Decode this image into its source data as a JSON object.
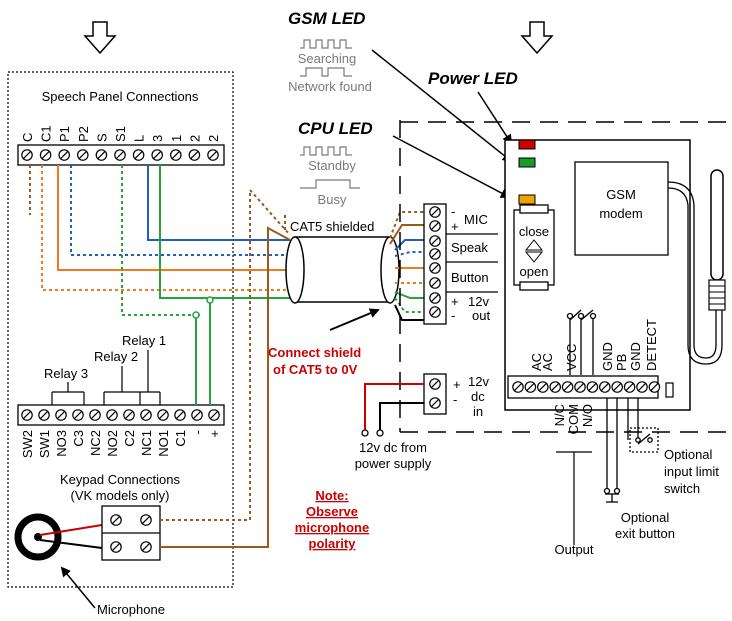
{
  "labels": {
    "gsm_led": "GSM LED",
    "searching": "Searching",
    "network_found": "Network found",
    "power_led": "Power LED",
    "cpu_led": "CPU LED",
    "standby": "Standby",
    "busy": "Busy",
    "speech_panel": "Speech Panel Connections",
    "cat5": "CAT5 shielded",
    "gsm_modem_1": "GSM",
    "gsm_modem_2": "modem",
    "close": "close",
    "open": "open",
    "mic": "MIC",
    "speak": "Speak",
    "button": "Button",
    "v12": "12v",
    "out": "out",
    "dc": "dc",
    "in": "in",
    "plus": "+",
    "minus": "-",
    "shield_note_1": "Connect shield",
    "shield_note_2": "of CAT5 to 0V",
    "relay1": "Relay 1",
    "relay2": "Relay 2",
    "relay3": "Relay 3",
    "keypad_1": "Keypad Connections",
    "keypad_2": "(VK models only)",
    "note_title": "Note:",
    "note_1": "Observe",
    "note_2": "microphone",
    "note_3": "polarity",
    "microphone": "Microphone",
    "psu_1": "12v dc from",
    "psu_2": "power supply",
    "output": "Output",
    "opt_exit_1": "Optional",
    "opt_exit_2": "exit button",
    "opt_limit_1": "Optional",
    "opt_limit_2": "input limit",
    "opt_limit_3": "switch"
  },
  "speech_terminals": [
    "C",
    "C1",
    "P1",
    "P2",
    "S",
    "S1",
    "L",
    "3",
    "1",
    "2",
    "2"
  ],
  "keypad_terminals": [
    "SW2",
    "SW1",
    "NO3",
    "C3",
    "NC2",
    "NO2",
    "C2",
    "NC1",
    "NO1",
    "C1",
    "-",
    "+"
  ],
  "board_terminals": [
    "AC",
    "AC",
    "VCC",
    "GND",
    "PB",
    "GND",
    "DETECT"
  ],
  "relay_terminals": [
    "N/C",
    "COM",
    "N/O"
  ],
  "colors": {
    "led_power": "#cc0000",
    "led_gsm": "#1a9a2a",
    "led_cpu": "#f0a000",
    "wire_blue": "#1f5fbf",
    "wire_orange": "#f07a1c",
    "wire_green": "#23a53a",
    "wire_brown": "#9a5a1e",
    "note_red": "#cc0000"
  }
}
